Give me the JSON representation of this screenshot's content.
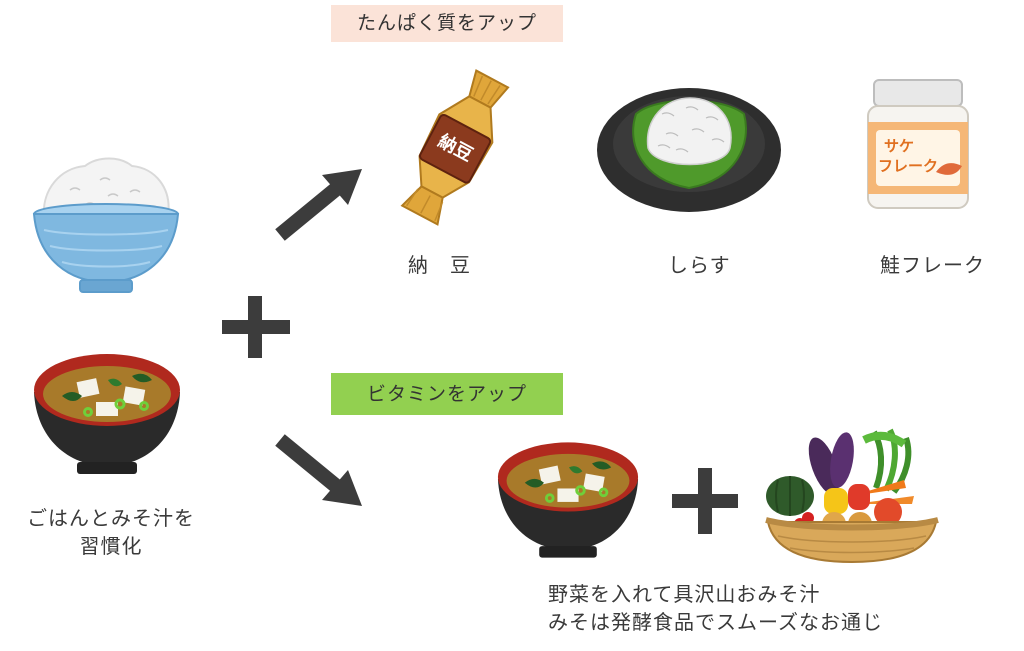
{
  "banners": {
    "protein": {
      "text": "たんぱく質をアップ",
      "color": "#fbe3d8"
    },
    "vitamin": {
      "text": "ビタミンをアップ",
      "color": "#92d050"
    }
  },
  "base": {
    "caption_line1": "ごはんとみそ汁を",
    "caption_line2": "習慣化"
  },
  "protein_items": {
    "natto": {
      "label": "納　豆",
      "package_text": "納豆"
    },
    "shirasu": {
      "label": "しらす"
    },
    "salmon": {
      "label": "鮭フレーク",
      "jar_text_line1": "サケ",
      "jar_text_line2": "フレーク"
    }
  },
  "vitamin_caption": {
    "line1": "野菜を入れて具沢山おみそ汁",
    "line2": "みそは発酵食品でスムーズなお通じ"
  },
  "colors": {
    "symbol": "#3c3c3c",
    "bowl_blue": "#7fb8e0",
    "miso_bowl_black": "#2a2a2a",
    "miso_bowl_red": "#b0291e",
    "miso_soup": "#a87a2a",
    "natto_brown": "#8b3a1e",
    "natto_straw": "#e0a63a",
    "plate_dark": "#2e2e2e",
    "leaf_green": "#4f9a2b"
  }
}
